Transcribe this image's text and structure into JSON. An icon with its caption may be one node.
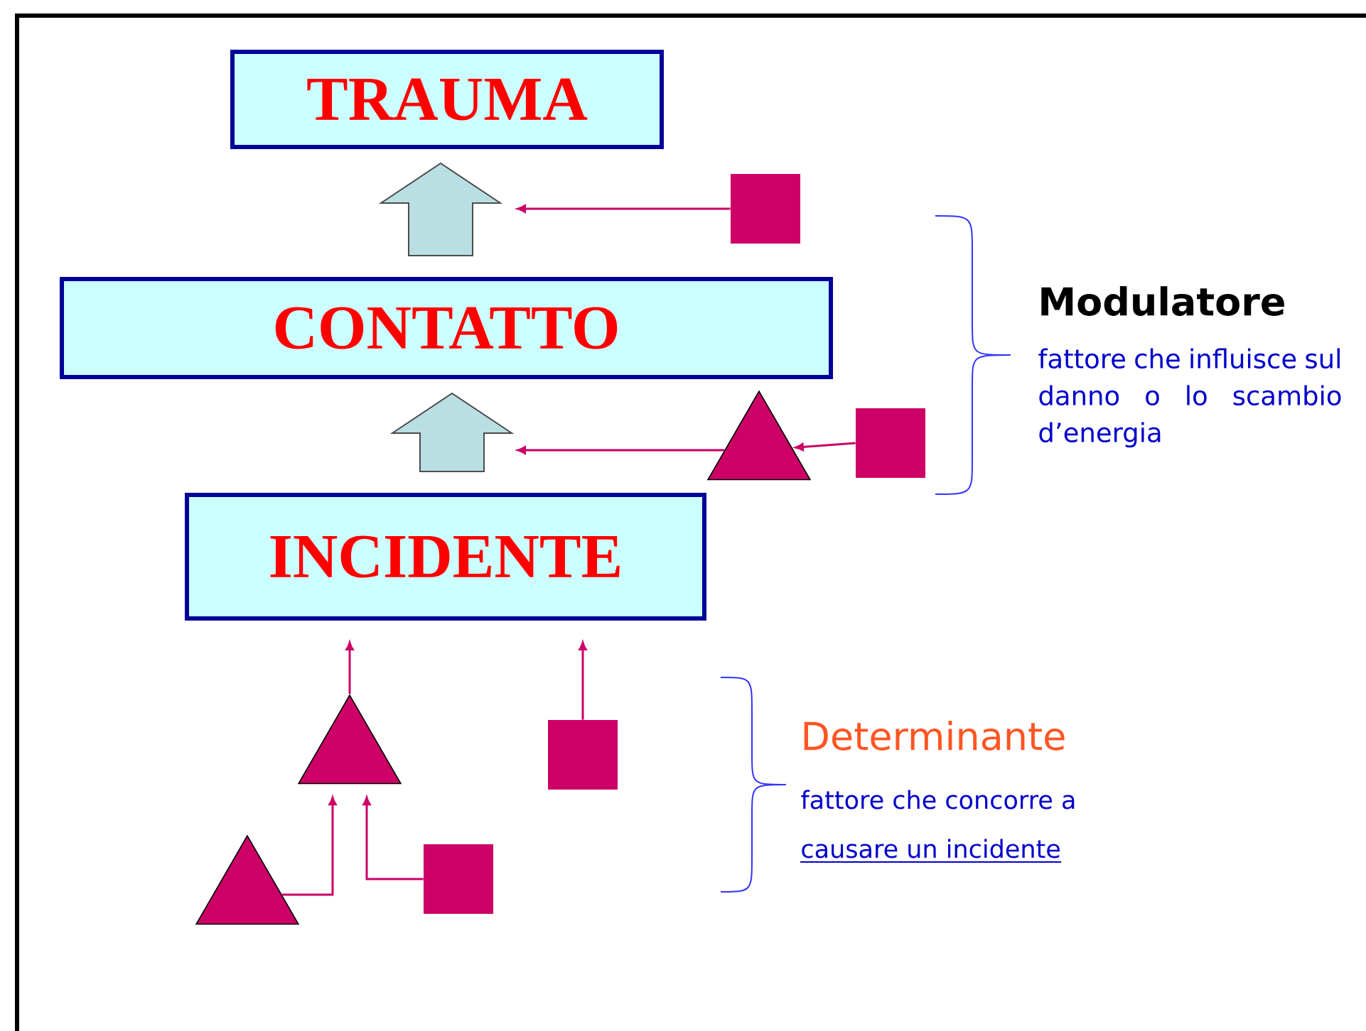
{
  "diagram": {
    "nodes": [
      {
        "text": [
          "TRAUMA"
        ]
      },
      {
        "text": [
          "CONTATTO"
        ]
      },
      {
        "text": [
          "INCIDENTE"
        ]
      },
      {
        "text": [],
        "shape": "square"
      },
      {
        "text": [],
        "shape": "triangle"
      },
      {
        "text": [],
        "shape": "square"
      },
      {
        "text": [],
        "shape": "triangle"
      },
      {
        "text": [],
        "shape": "square"
      },
      {
        "text": [],
        "shape": "triangle"
      },
      {
        "text": [],
        "shape": "square"
      }
    ],
    "edges": [
      {
        "from": 1,
        "to": 0,
        "arrow": "to",
        "style": "thick",
        "color": "#b9dfe2"
      },
      {
        "from": 2,
        "to": 1,
        "arrow": "to",
        "style": "thick",
        "color": "#b9dfe2"
      },
      {
        "from": 3,
        "to": null,
        "arrow": "to"
      },
      {
        "from": 5,
        "to": 4,
        "arrow": "to"
      },
      {
        "from": 4,
        "to": null,
        "arrow": "to"
      },
      {
        "from": 6,
        "to": null,
        "arrow": "to"
      },
      {
        "from": 7,
        "to": null,
        "arrow": "to"
      },
      {
        "from": 8,
        "to": 6,
        "arrow": "to"
      },
      {
        "from": 9,
        "to": 6,
        "arrow": "to"
      }
    ],
    "labels": [
      "Modulatore",
      "fattore che influisce sul danno o lo scambio d’energia",
      "Determinante",
      "fattore che concorre a",
      "causare  un incidente"
    ]
  }
}
